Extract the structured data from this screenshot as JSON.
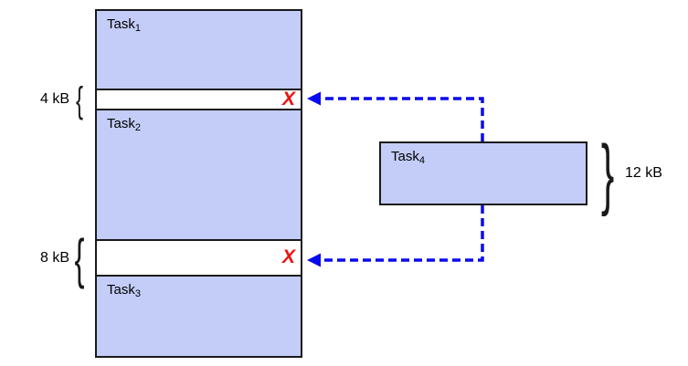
{
  "colors": {
    "block_fill": "#c3cdf7",
    "outline": "#1a1a1a",
    "arrow": "#0a0aee",
    "reject": "#ee1111",
    "bg": "#ffffff",
    "text": "#000000"
  },
  "memory_map": {
    "blocks": [
      {
        "label_base": "Task",
        "label_sub": "1"
      },
      {
        "label_base": "Task",
        "label_sub": "2"
      },
      {
        "label_base": "Task",
        "label_sub": "3"
      }
    ],
    "free_gaps": [
      {
        "size_label": "4 kB",
        "reject_mark": "X"
      },
      {
        "size_label": "8 kB",
        "reject_mark": "X"
      }
    ]
  },
  "incoming_task": {
    "label_base": "Task",
    "label_sub": "4",
    "size_label": "12 kB"
  },
  "glyphs": {
    "open_brace": "{",
    "close_brace": "}"
  }
}
